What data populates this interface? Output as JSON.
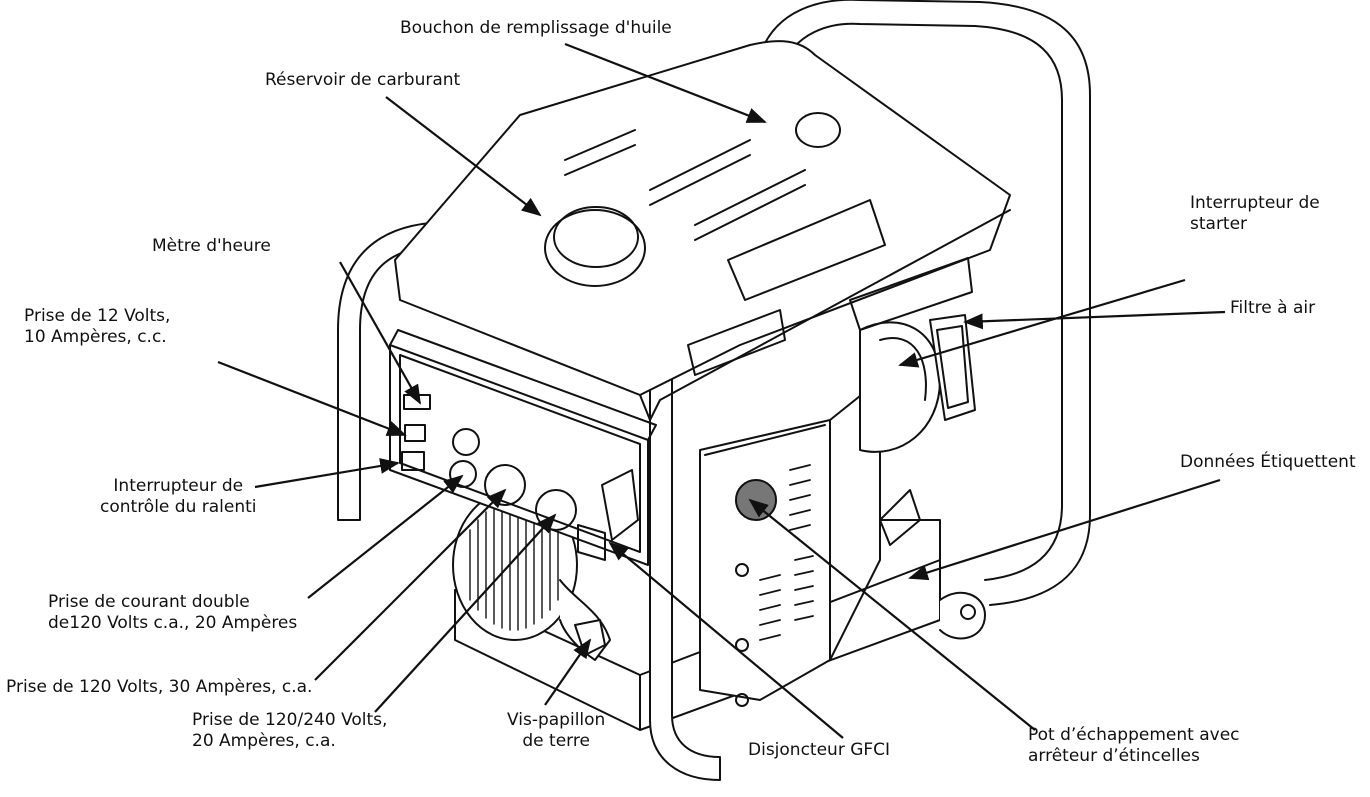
{
  "labels": {
    "oil_cap": [
      "Bouchon de remplissage d'huile"
    ],
    "fuel_tank": [
      "Réservoir de carburant"
    ],
    "hour_meter": [
      "Mètre d'heure"
    ],
    "dc_outlet": [
      "Prise de 12 Volts,",
      "10 Ampères, c.c."
    ],
    "idle_switch": [
      "Interrupteur de",
      "contrôle du ralenti"
    ],
    "duplex_outlet": [
      "Prise de courant double",
      "de120 Volts c.a., 20 Ampères"
    ],
    "outlet_30a": [
      "Prise de 120 Volts, 30 Ampères, c.a."
    ],
    "outlet_240v": [
      "Prise de 120/240 Volts,",
      "20 Ampères, c.a."
    ],
    "ground_screw": [
      "Vis-papillon",
      "de terre"
    ],
    "gfci": [
      "Disjoncteur GFCI"
    ],
    "muffler": [
      "Pot d’échappement avec",
      "arrêteur d’étincelles"
    ],
    "data_label": [
      "Données Étiquettent"
    ],
    "air_filter": [
      "Filtre à air"
    ],
    "choke": [
      "Interrupteur de",
      "starter"
    ]
  }
}
